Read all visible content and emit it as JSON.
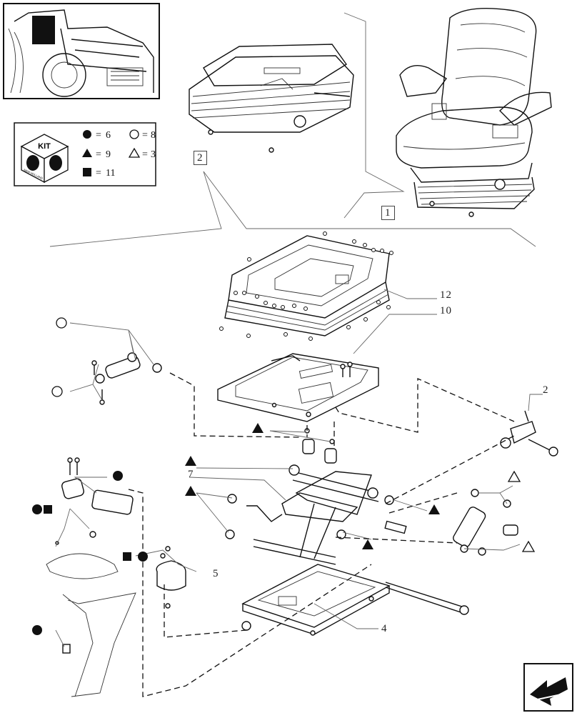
{
  "kit_legend": {
    "badge_text": "KIT",
    "brand_text": "NEW HOLLAND",
    "entries": [
      {
        "symbol": "filled-circle",
        "count": "6"
      },
      {
        "symbol": "open-circle",
        "count": "8"
      },
      {
        "symbol": "filled-triangle",
        "count": "9"
      },
      {
        "symbol": "open-triangle",
        "count": "3"
      },
      {
        "symbol": "filled-square",
        "count": "11"
      }
    ]
  },
  "callouts": {
    "c1": "1",
    "c2a": "2",
    "c2b": "2",
    "c4": "4",
    "c5": "5",
    "c7": "7",
    "c10": "10",
    "c12": "12"
  },
  "nav": {
    "icon": "next-page-arrow-icon"
  }
}
